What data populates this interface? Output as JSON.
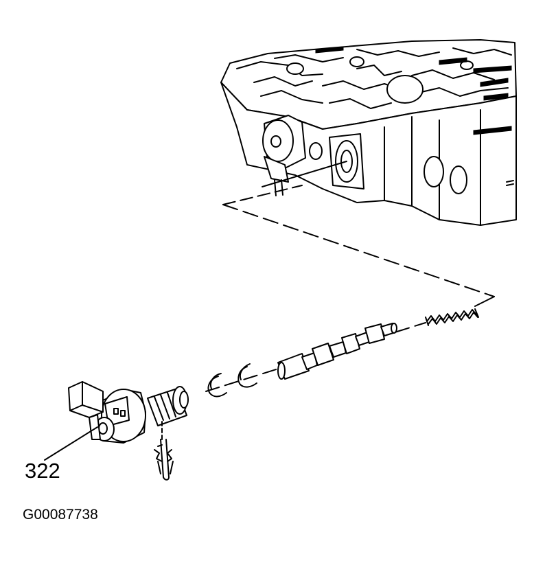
{
  "diagram": {
    "callout_number": "322",
    "figure_id": "G00087738",
    "components": [
      "valve-body",
      "solenoid",
      "retainer-clip",
      "o-ring-1",
      "o-ring-2",
      "valve-spool",
      "spring"
    ]
  },
  "colors": {
    "ink": "#000000",
    "paper": "#ffffff"
  }
}
